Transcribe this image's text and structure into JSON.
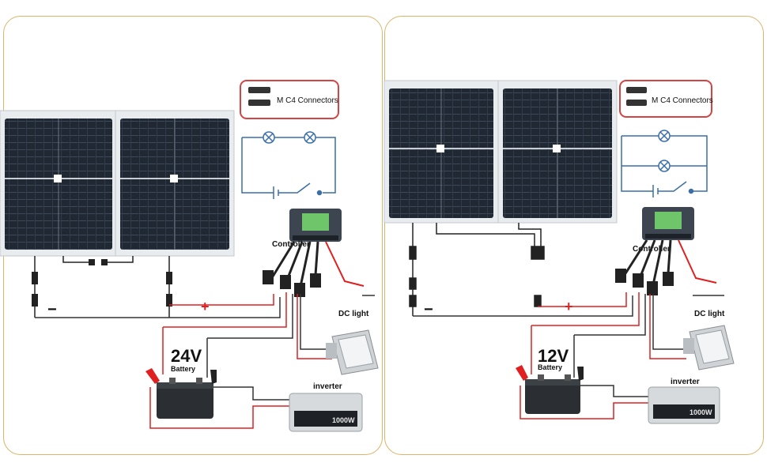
{
  "left": {
    "connector_label": "M  C4 Connectors",
    "controller_label": "Controller",
    "dc_light_label": "DC light",
    "voltage_label": "24V",
    "battery_label": "Battery",
    "inverter_label": "inverter",
    "inverter_rating": "1000W",
    "neg_sign": "−",
    "pos_sign": "+"
  },
  "right": {
    "connector_label": "M  C4 Connectors",
    "controller_label": "Controller",
    "dc_light_label": "DC light",
    "voltage_label": "12V",
    "battery_label": "Battery",
    "inverter_label": "inverter",
    "inverter_rating": "1000W",
    "neg_sign": "−",
    "pos_sign": "+"
  },
  "colors": {
    "frame": "#d8b56a",
    "positive_wire": "#e02020",
    "negative_wire": "#333333",
    "schematic": "#3a6ea8",
    "callout": "#d44444"
  }
}
